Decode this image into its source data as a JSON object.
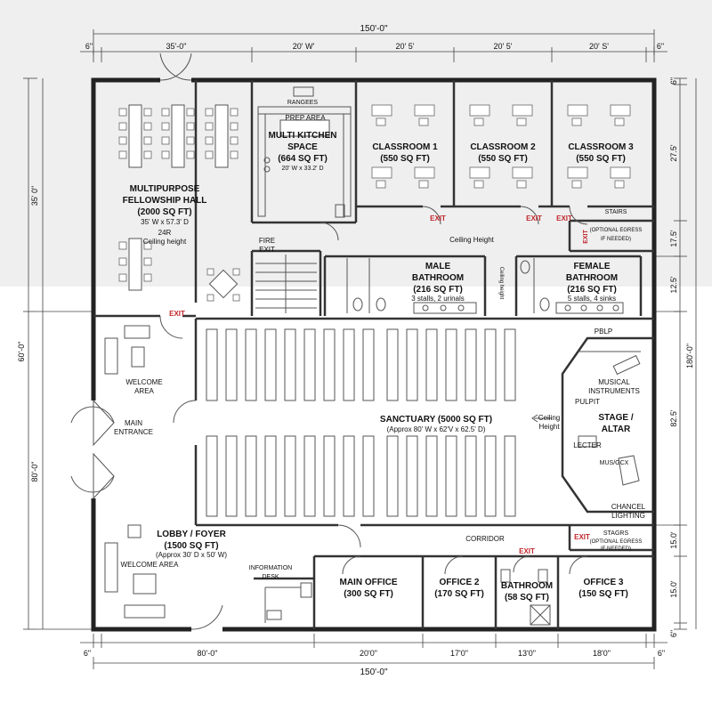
{
  "dimensions": {
    "overall_width": "150'-0\"",
    "top_segments": [
      "6\"",
      "35'-0\"",
      "20' W'",
      "20' 5'",
      "20' 5'",
      "20' S'",
      "6\""
    ],
    "bottom_segments": [
      "6\"",
      "80'-0\"",
      "20'0\"",
      "17'0\"",
      "13'0\"",
      "18'0\"",
      "6\""
    ],
    "left_segments": [
      "35' 0\"",
      "60'-0\"",
      "80'-0\""
    ],
    "right_segments": [
      "6\"",
      "27.5'",
      "17.5'",
      "12.5'",
      "180'-0\"",
      "82.5'",
      "15.0'",
      "15.0'",
      "6\""
    ]
  },
  "rooms": {
    "fellowship": {
      "name1": "MULTIPURPOSE",
      "name2": "FELLOWSHIP HALL",
      "area": "(2000 SQ FT)",
      "size": "35' W x 57.3' D",
      "note1": "24R",
      "note2": "Ceiling height"
    },
    "kitchen": {
      "name1": "MULTI KITCHEN",
      "name2": "SPACE",
      "area": "(664 SQ FT)",
      "size": "20' W x 33.2' D",
      "rangees": "RANGEES",
      "prep": "PREP AREA"
    },
    "classroom1": {
      "name": "CLASSROOM 1",
      "area": "(550 SQ FT)"
    },
    "classroom2": {
      "name": "CLASSROOM 2",
      "area": "(550 SQ FT)"
    },
    "classroom3": {
      "name": "CLASSROOM 3",
      "area": "(550 SQ FT)"
    },
    "male_bath": {
      "name1": "MALE",
      "name2": "BATHROOM",
      "area": "(216 SQ FT)",
      "fixtures": "3 stalls, 2 urinals"
    },
    "female_bath": {
      "name1": "FEMALE",
      "name2": "BATHROOM",
      "area": "(216 SQ FT)",
      "fixtures": "5 stalls, 4 sinks"
    },
    "sanctuary": {
      "name": "SANCTUARY (5000 SQ FT)",
      "size": "(Approx 80' W x 62'V x 62.5' D)"
    },
    "stage": {
      "name1": "STAGE /",
      "name2": "ALTAR",
      "pblp": "PBLP",
      "instruments1": "MUSICAL",
      "instruments2": "INSTRUMENTS",
      "pulpit": "PULPIT",
      "lecter": "LECTER",
      "music": "MUS/GCX",
      "chancel1": "CHANCEL",
      "chancel2": "LIGHTING"
    },
    "welcome": {
      "name1": "WELCOME",
      "name2": "AREA"
    },
    "entrance": {
      "name1": "MAIN",
      "name2": "ENTRANCE"
    },
    "lobby": {
      "name": "LOBBY / FOYER",
      "area": "(1500 SQ FT)",
      "size": "(Approx 30' D x 50' W)",
      "welcome": "WELCOME AREA",
      "info1": "INFORMATION",
      "info2": "DESK"
    },
    "main_office": {
      "name": "MAIN OFFICE",
      "area": "(300 SQ FT)"
    },
    "office2": {
      "name": "OFFICE 2",
      "area": "(170 SQ FT)"
    },
    "bathroom": {
      "name": "BATHROOM",
      "area": "(58 SQ FT)"
    },
    "office3": {
      "name": "OFFICE 3",
      "area": "(150 SQ FT)"
    }
  },
  "labels": {
    "fire_exit1": "FIRE",
    "fire_exit2": "EXIT",
    "ceiling_height_top": "Ceiling Height",
    "ceiling_height_side1": "Ceiling",
    "ceiling_height_side2": "Height",
    "ceiling_vertical": "Ceiling height",
    "stairs_top1": "STAIRS",
    "stairs_top2": "(OPTIONAL EGRESS",
    "stairs_top3": "IF NEEDED)",
    "stairs_bot1": "STAGRS",
    "stairs_bot2": "(OPTIONAL EGRESS",
    "stairs_bot3": "IF NEEDED)",
    "corridor": "CORRIDOR",
    "exit": "EXIT"
  }
}
